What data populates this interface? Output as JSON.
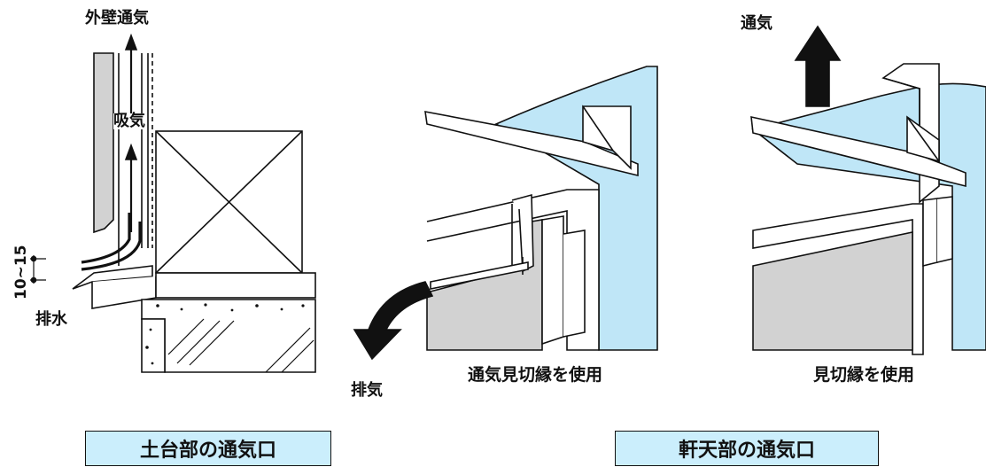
{
  "left_panel": {
    "wall_ventilation": "外壁通気",
    "intake": "吸気",
    "dimension": "10~15",
    "drainage": "排水",
    "title": "土台部の通気口"
  },
  "middle_panel": {
    "exhaust": "排気",
    "caption": "通気見切縁を使用"
  },
  "right_panel": {
    "ventilation": "通気",
    "caption": "見切縁を使用",
    "title": "軒天部の通気口"
  },
  "colors": {
    "sheathing_blue": "#bfe6f7",
    "siding_gray": "#d2d2d2",
    "title_box": "#cbeefc",
    "line": "#111111"
  }
}
